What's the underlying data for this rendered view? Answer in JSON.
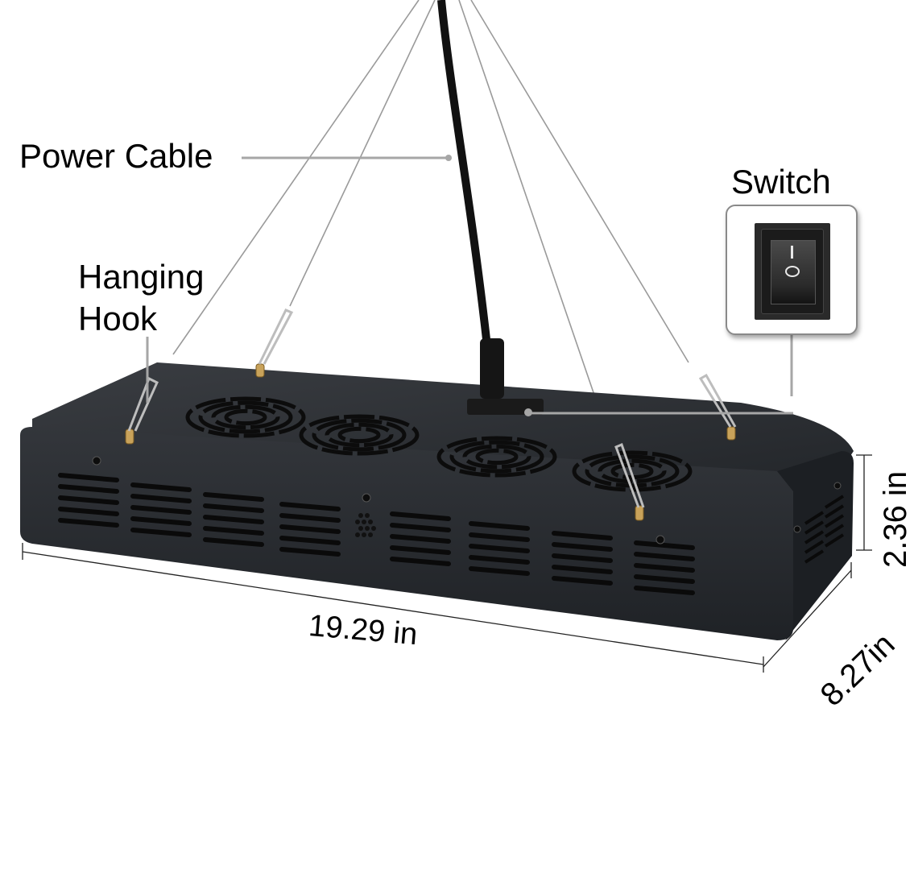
{
  "callouts": {
    "power_cable": "Power Cable",
    "hanging_hook_line1": "Hanging",
    "hanging_hook_line2": "Hook",
    "switch": "Switch"
  },
  "switch_symbols": {
    "on": "I",
    "off": "O"
  },
  "dimensions": {
    "length": "19.29 in",
    "height": "2.36 in",
    "depth": "8.27in"
  },
  "colors": {
    "housing": "#2b2e33",
    "housing_side": "#1f2226",
    "leader_line": "#a6a6a6",
    "brass": "#c8a25a",
    "background": "#ffffff"
  },
  "fans": {
    "count": 4
  },
  "vent_groups": {
    "front_count": 9
  }
}
